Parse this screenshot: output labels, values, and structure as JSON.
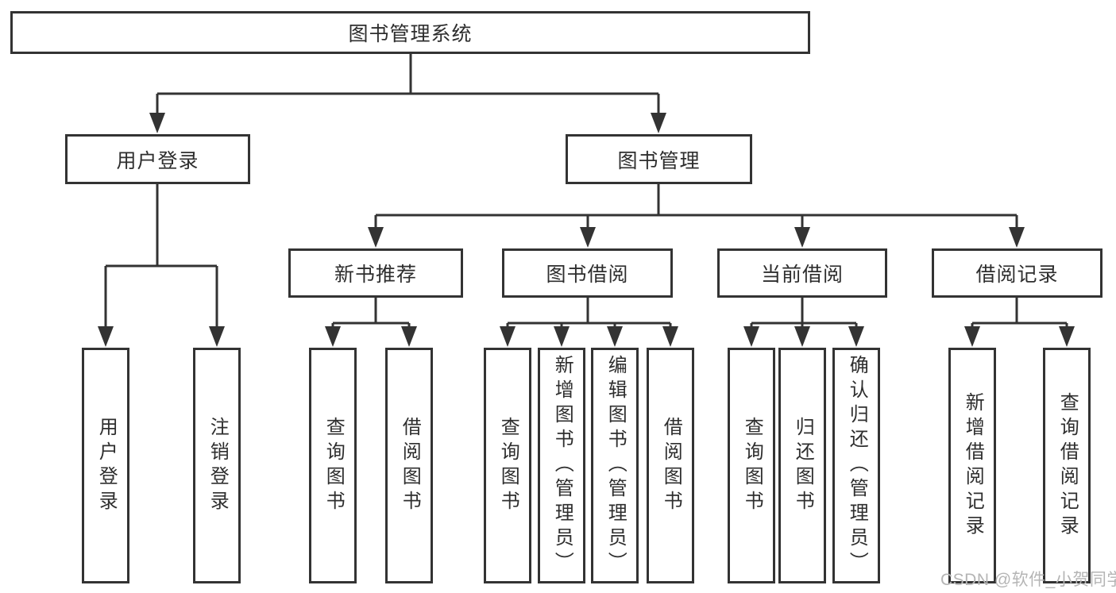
{
  "colors": {
    "line": "#333333",
    "box_border": "#333333",
    "box_background": "#ffffff",
    "text": "#2e2e2e",
    "watermark": "#b5b5b5"
  },
  "nodes": {
    "root": "图书管理系统",
    "user_login": "用户登录",
    "book_mgmt": "图书管理",
    "new_book_rec": "新书推荐",
    "book_borrow": "图书借阅",
    "current_borrow": "当前借阅",
    "borrow_record": "借阅记录",
    "leaf_login_user": "用户登录",
    "leaf_login_logout": "注销登录",
    "leaf_rec_query": "查询图书",
    "leaf_rec_borrow": "借阅图书",
    "leaf_bb_query": "查询图书",
    "leaf_bb_add": "新增图书（管理员）",
    "leaf_bb_edit": "编辑图书（管理员）",
    "leaf_bb_borrow": "借阅图书",
    "leaf_cb_query": "查询图书",
    "leaf_cb_return": "归还图书",
    "leaf_cb_confirm": "确认归还（管理员）",
    "leaf_br_add": "新增借阅记录",
    "leaf_br_query": "查询借阅记录"
  },
  "hierarchy": {
    "图书管理系统": {
      "用户登录": [
        "用户登录",
        "注销登录"
      ],
      "图书管理": {
        "新书推荐": [
          "查询图书",
          "借阅图书"
        ],
        "图书借阅": [
          "查询图书",
          "新增图书（管理员）",
          "编辑图书（管理员）",
          "借阅图书"
        ],
        "当前借阅": [
          "查询图书",
          "归还图书",
          "确认归还（管理员）"
        ],
        "借阅记录": [
          "新增借阅记录",
          "查询借阅记录"
        ]
      }
    }
  },
  "watermark": "CSDN @软件_小贺同学"
}
